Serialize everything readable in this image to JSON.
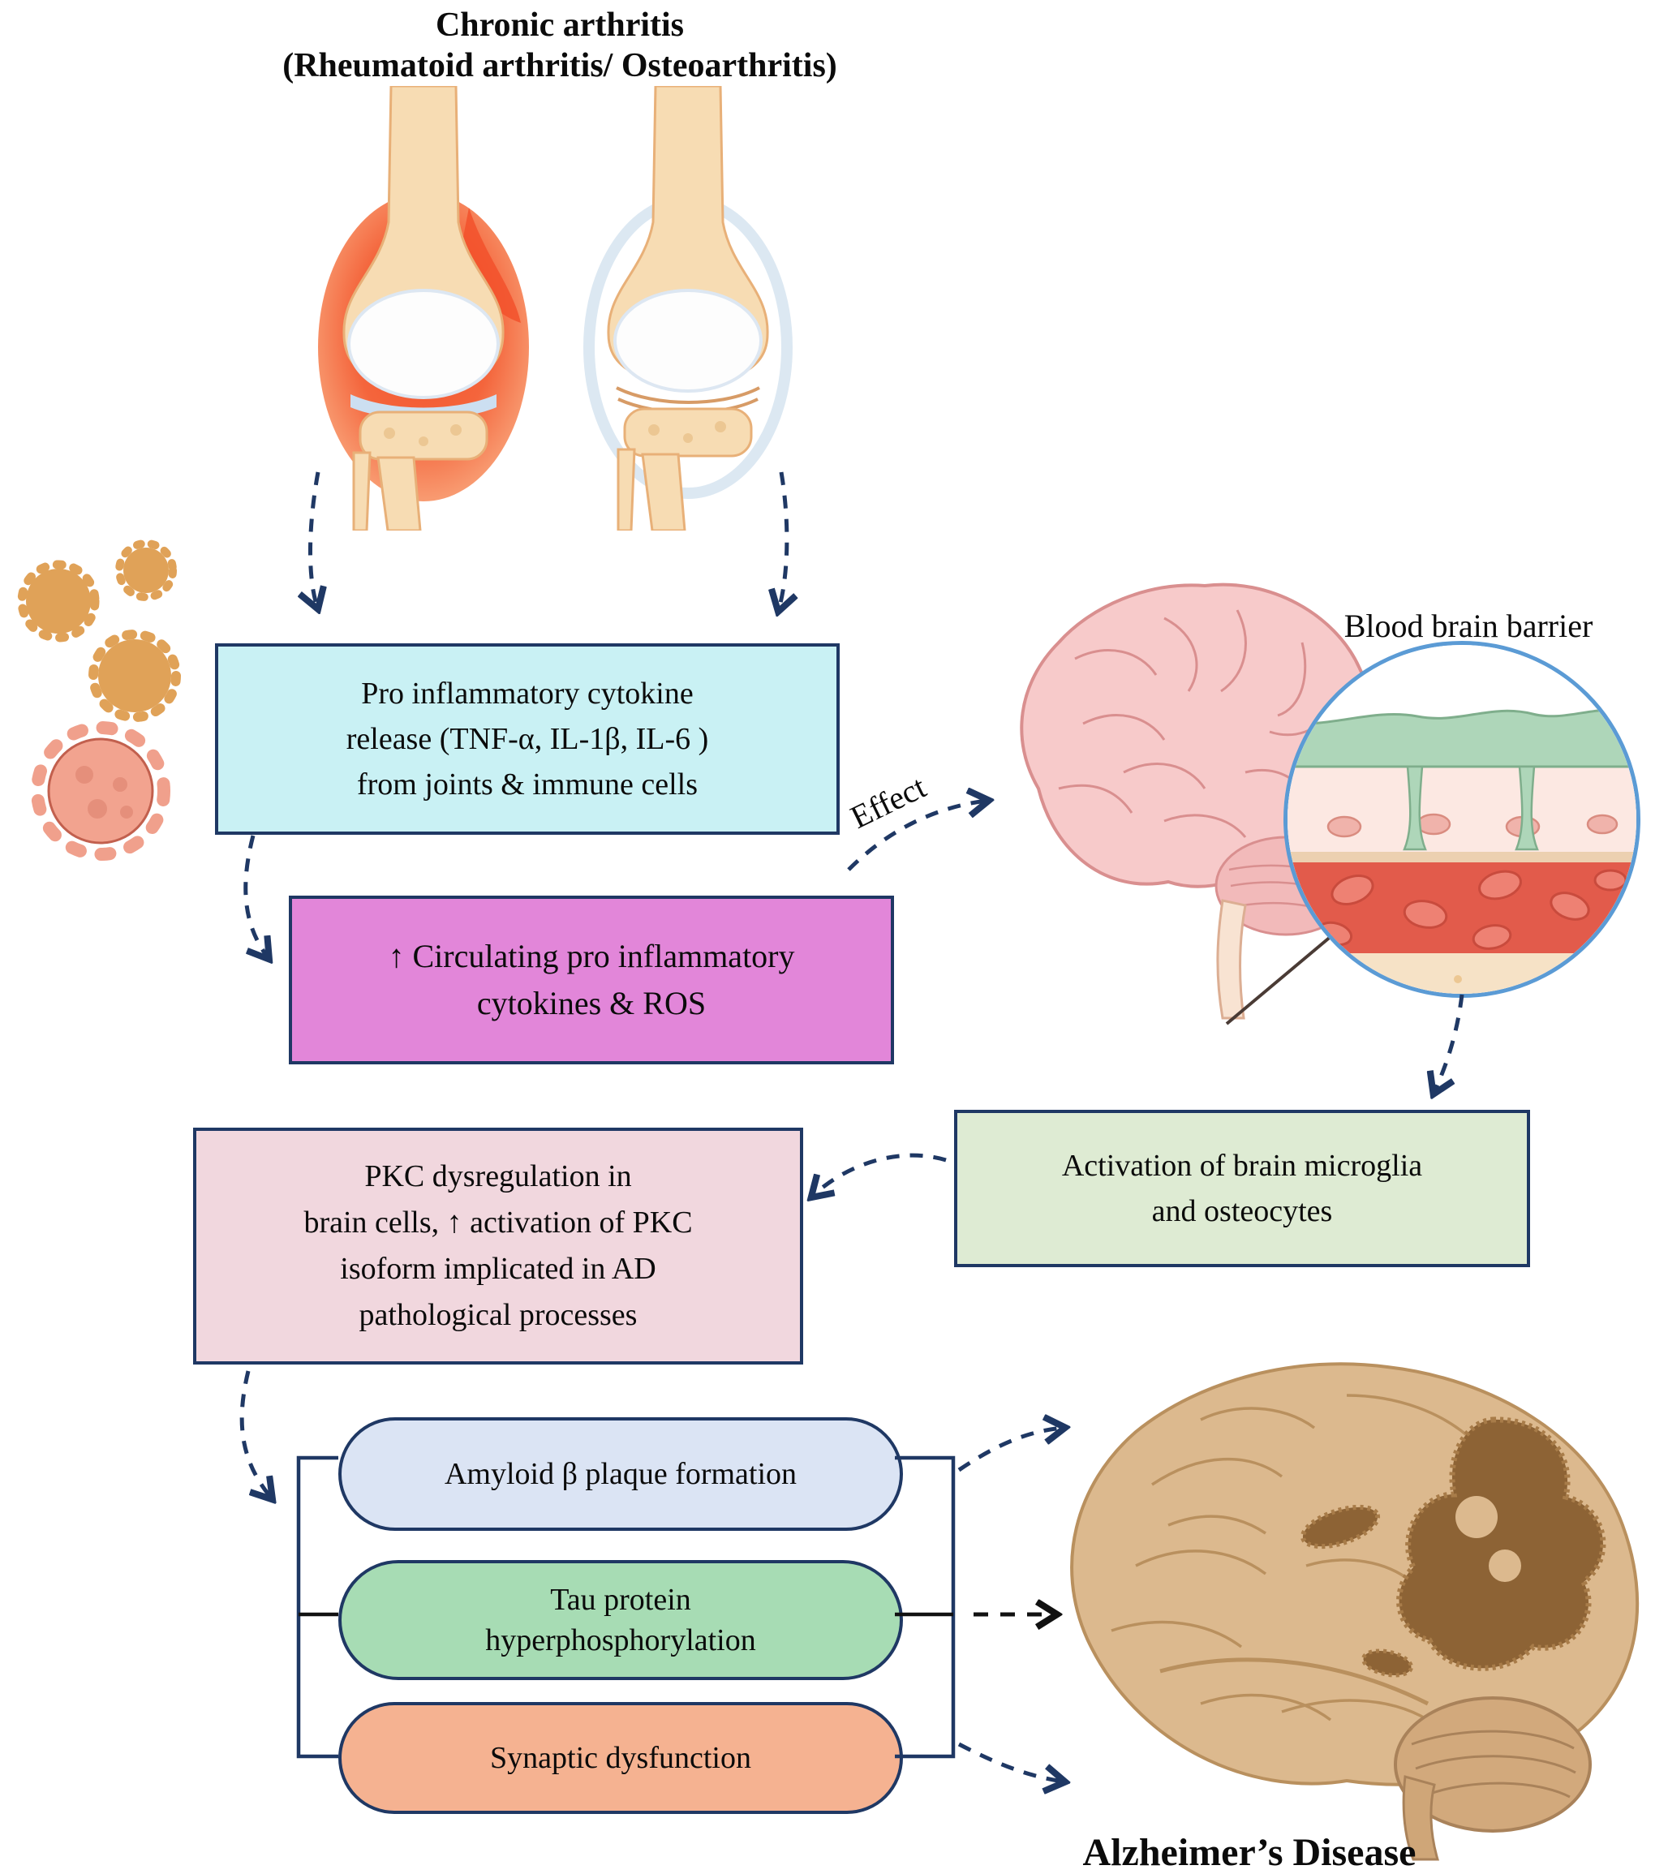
{
  "title": {
    "line1": "Chronic arthritis",
    "line2": "(Rheumatoid arthritis/ Osteoarthritis)"
  },
  "labels": {
    "effect": "Effect",
    "blood_brain_barrier": "Blood brain barrier",
    "alzheimers": "Alzheimer’s Disease"
  },
  "boxes": {
    "cytokine_release": {
      "lines": [
        "Pro inflammatory cytokine",
        "release (TNF-α, IL-1β, IL-6 )",
        "from joints & immune cells"
      ],
      "fill": "#c9f1f4"
    },
    "circulating": {
      "lines": [
        "↑ Circulating pro inflammatory",
        "cytokines & ROS"
      ],
      "fill": "#e286d9"
    },
    "microglia": {
      "lines": [
        "Activation of brain microglia",
        "and osteocytes"
      ],
      "fill": "#deebd3"
    },
    "pkc": {
      "lines": [
        "PKC dysregulation in",
        "brain cells, ↑ activation of PKC",
        "isoform implicated in AD",
        "pathological processes"
      ],
      "fill": "#f1d7de"
    }
  },
  "pills": [
    {
      "lines": [
        "Amyloid β  plaque formation"
      ],
      "fill": "#dbe4f4"
    },
    {
      "lines": [
        "Tau protein",
        "hyperphosphorylation"
      ],
      "fill": "#a7dcb4"
    },
    {
      "lines": [
        "Synaptic dysfunction"
      ],
      "fill": "#f5b291"
    }
  ],
  "illustrations": {
    "inflamed_joint": "inflamed-knee-joint",
    "normal_joint": "normal-knee-joint",
    "cytokine_particles": "cytokine-particles",
    "virus_cell": "immune-cell-particle",
    "healthy_brain": "brain-side-view",
    "bbb_inset": "blood-brain-barrier-cross-section",
    "ad_brain": "alzheimers-atrophied-brain"
  },
  "colors": {
    "border_navy": "#1f3864",
    "arrow_navy": "#1f3864",
    "arrow_black": "#111111",
    "bbb_ring": "#5b9bd5",
    "inflammation_red": "#f2512b",
    "bone": "#f7dcb3",
    "brain_pink": "#f7caca",
    "ad_brain_tan": "#dcb98e",
    "ad_patch_brown": "#8d6335"
  }
}
